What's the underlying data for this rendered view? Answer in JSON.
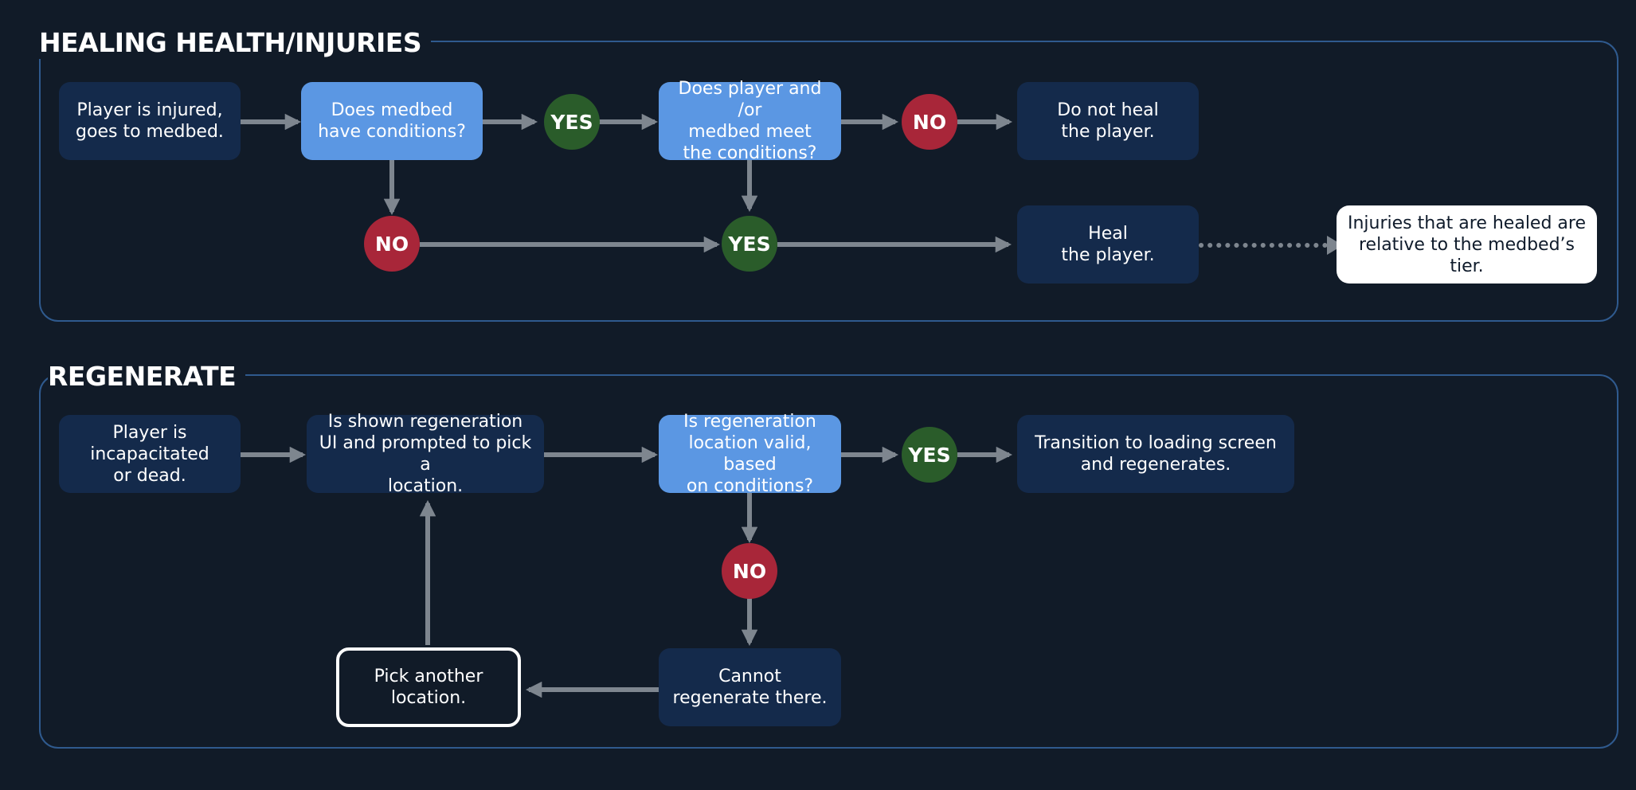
{
  "sections": {
    "healing": {
      "title": "HEALING HEALTH/INJURIES",
      "nodes": {
        "start": "Player is injured,\ngoes to medbed.",
        "medbed_conditions": "Does medbed\nhave conditions?",
        "player_meets": "Does player and /or\nmedbed meet\nthe conditions?",
        "do_not_heal": "Do not heal\nthe player.",
        "heal": "Heal\nthe player.",
        "note": "Injuries that are healed are\nrelative to the medbed’s tier."
      },
      "decisions": {
        "yes_1": "YES",
        "no_1": "NO",
        "no_2": "NO",
        "yes_2": "YES"
      }
    },
    "regenerate": {
      "title": "REGENERATE",
      "nodes": {
        "start": "Player is\nincapacitated\nor dead.",
        "shown_ui": "Is shown regeneration\nUI and prompted to pick a\nlocation.",
        "location_valid": "Is regeneration\nlocation valid, based\non conditions?",
        "transition": "Transition to loading screen\nand regenerates.",
        "cannot": "Cannot\nregenerate there.",
        "pick_another": "Pick another\nlocation."
      },
      "decisions": {
        "yes": "YES",
        "no": "NO"
      }
    }
  },
  "colors": {
    "background": "#111b28",
    "frame": "#2f5a8e",
    "dark_node": "#142a4b",
    "decision_node": "#5b97e3",
    "yes": "#2a5c2a",
    "no": "#a82639",
    "arrow": "#7e868f"
  }
}
